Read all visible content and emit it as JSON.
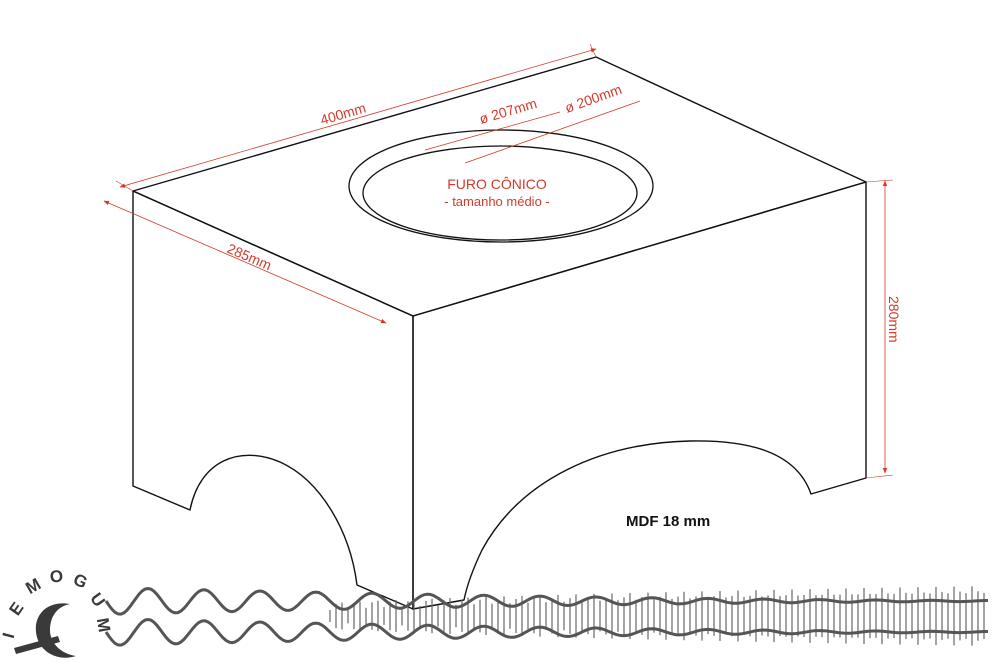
{
  "dimensions": {
    "length": "400mm",
    "depth": "285mm",
    "height": "280mm",
    "hole_outer": "ø 207mm",
    "hole_inner": "ø 200mm"
  },
  "hole_note": {
    "title": "FURO CÔNICO",
    "subtitle": "- tamanho médio -"
  },
  "material": "MDF 18 mm",
  "logo": {
    "letters": [
      "I",
      "E",
      "M",
      "O",
      "G",
      "U",
      "M"
    ]
  },
  "colors": {
    "outline": "#111111",
    "dimension": "#d23a2a",
    "logo": "#3a3a3a",
    "wave": "#555555"
  }
}
